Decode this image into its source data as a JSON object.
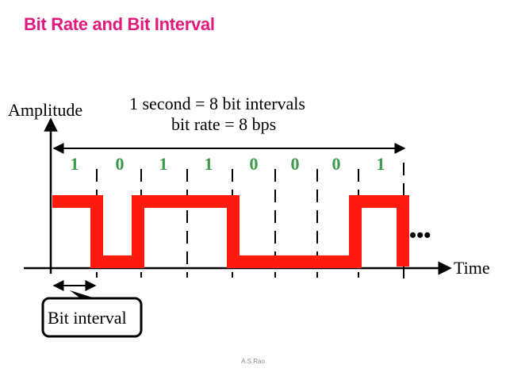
{
  "slide": {
    "title": "Bit Rate and Bit Interval",
    "footer": "A.S.Rao"
  },
  "diagram": {
    "amplitude_label": "Amplitude",
    "time_label": "Time",
    "caption_line1": "1 second = 8 bit intervals",
    "caption_line2": "bit rate = 8 bps",
    "bits": [
      "1",
      "0",
      "1",
      "1",
      "0",
      "0",
      "0",
      "1"
    ],
    "continuation": "•••",
    "bit_interval_label": "Bit interval",
    "colors": {
      "signal": "#ff1a10",
      "bit_digits": "#3a9a4a",
      "title": "#e0197d",
      "axes": "#000000"
    }
  }
}
